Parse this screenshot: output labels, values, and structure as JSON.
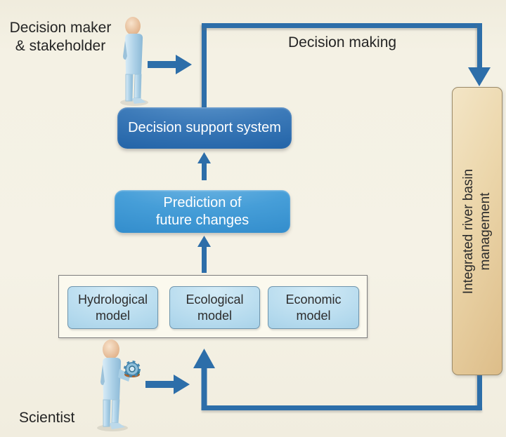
{
  "diagram": {
    "title_implicit": "Decision support system flow",
    "labels": {
      "decision_maker_line1": "Decision maker",
      "decision_maker_line2": "& stakeholder",
      "decision_making": "Decision making",
      "scientist": "Scientist"
    },
    "boxes": {
      "dss": "Decision support system",
      "prediction_line1": "Prediction of",
      "prediction_line2": "future changes",
      "irbm_line1": "Integrated river basin",
      "irbm_line2": "management"
    },
    "models": [
      {
        "line1": "Hydrological",
        "line2": "model"
      },
      {
        "line1": "Ecological",
        "line2": "model"
      },
      {
        "line1": "Economic",
        "line2": "model"
      }
    ],
    "icons": {
      "decision_maker_person": "person-figure",
      "scientist_person": "person-figure-holding-gear",
      "gear": "gear-model-icon"
    },
    "colors": {
      "background": "#f4f1e4",
      "connector_blue": "#2d6ea9",
      "dss_box_blue": "#2263a8",
      "prediction_box_blue": "#3792cf",
      "model_box_blue": "#aed6ea",
      "irbm_tan": "#e6cda0",
      "text_dark": "#242424",
      "text_light": "#ffffff"
    }
  }
}
